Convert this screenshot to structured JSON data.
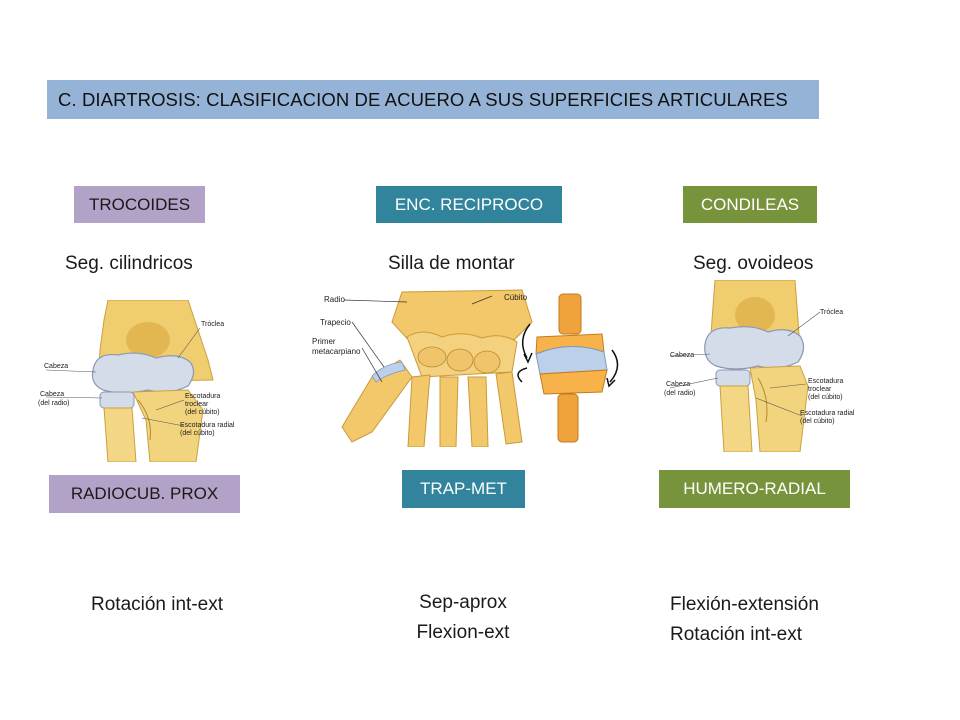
{
  "title": "C. DIARTROSIS: CLASIFICACION DE ACUERO A SUS SUPERFICIES ARTICULARES",
  "columns": [
    {
      "type_label": "TROCOIDES",
      "surface": "Seg. cilindricos",
      "example_label": "RADIOCUB. PROX",
      "movements": [
        "Rotación int-ext"
      ],
      "figure_labels": {
        "troclea": "Tróclea",
        "cabeza": "Cabeza",
        "cabeza_radio_1": "Cabeza",
        "cabeza_radio_2": "(del radio)",
        "esc_troclear_1": "Escotadura",
        "esc_troclear_2": "troclear",
        "esc_troclear_3": "(del cúbito)",
        "esc_radial_1": "Escotadura radial",
        "esc_radial_2": "(del cúbito)"
      }
    },
    {
      "type_label": "ENC. RECIPROCO",
      "surface": "Silla de montar",
      "example_label": "TRAP-MET",
      "movements": [
        "Sep-aprox",
        "Flexion-ext"
      ],
      "figure_labels": {
        "radio": "Radio",
        "cubito": "Cúbito",
        "trapecio": "Trapecio",
        "primer_1": "Primer",
        "primer_2": "metacarpiano"
      }
    },
    {
      "type_label": "CONDILEAS",
      "surface": "Seg. ovoideos",
      "example_label": "HUMERO-RADIAL",
      "movements": [
        "Flexión-extensión",
        "Rotación int-ext"
      ],
      "figure_labels": {
        "troclea": "Tróclea",
        "cabeza": "Cabeza",
        "cabeza_radio_1": "Cabeza",
        "cabeza_radio_2": "(del radio)",
        "esc_troclear_1": "Escotadura",
        "esc_troclear_2": "troclear",
        "esc_troclear_3": "(del cúbito)",
        "esc_radial_1": "Escotadura radial",
        "esc_radial_2": "(del cúbito)"
      }
    }
  ],
  "colors": {
    "title_bg": "#95b3d7",
    "purple": "#b3a2c7",
    "teal": "#31849b",
    "green": "#77933c",
    "bone": "#f2d27a",
    "cartilage": "#c7d3e6"
  }
}
